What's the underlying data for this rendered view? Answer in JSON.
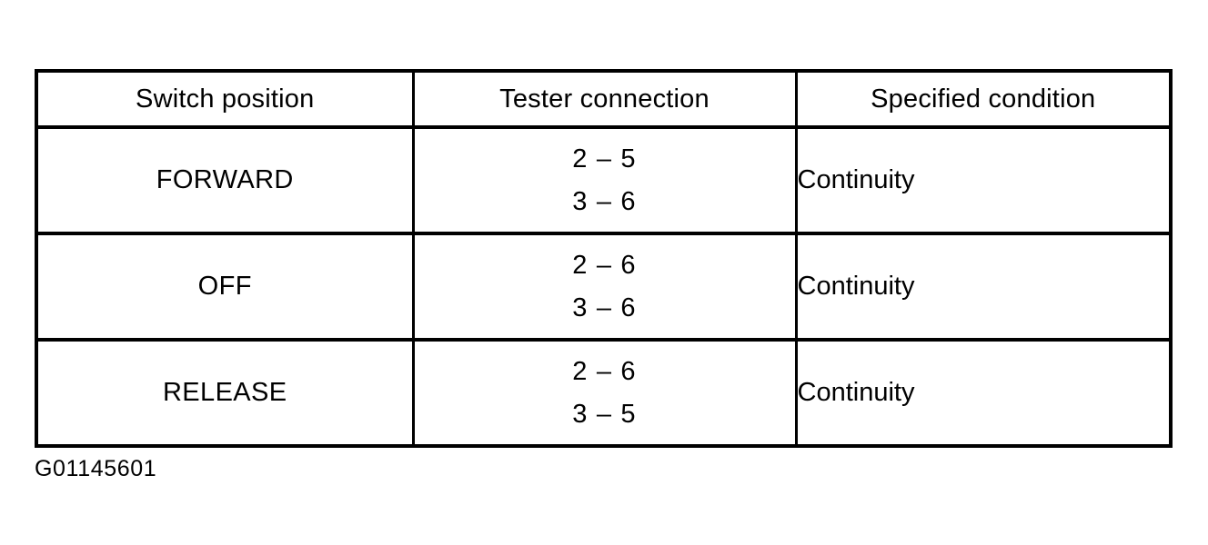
{
  "table": {
    "columns": [
      {
        "key": "switch_position",
        "label": "Switch position",
        "align": "center"
      },
      {
        "key": "tester_connection",
        "label": "Tester connection",
        "align": "center"
      },
      {
        "key": "specified_condition",
        "label": "Specified condition",
        "align": "left"
      }
    ],
    "rows": [
      {
        "switch_position": "FORWARD",
        "tester_connection": [
          "2 – 5",
          "3 – 6"
        ],
        "specified_condition": "Continuity"
      },
      {
        "switch_position": "OFF",
        "tester_connection": [
          "2 – 6",
          "3 – 6"
        ],
        "specified_condition": "Continuity"
      },
      {
        "switch_position": "RELEASE",
        "tester_connection": [
          "2 – 6",
          "3 – 5"
        ],
        "specified_condition": "Continuity"
      }
    ]
  },
  "caption": "G01145601",
  "colors": {
    "background": "#ffffff",
    "ink": "#000000",
    "border": "#000000"
  }
}
